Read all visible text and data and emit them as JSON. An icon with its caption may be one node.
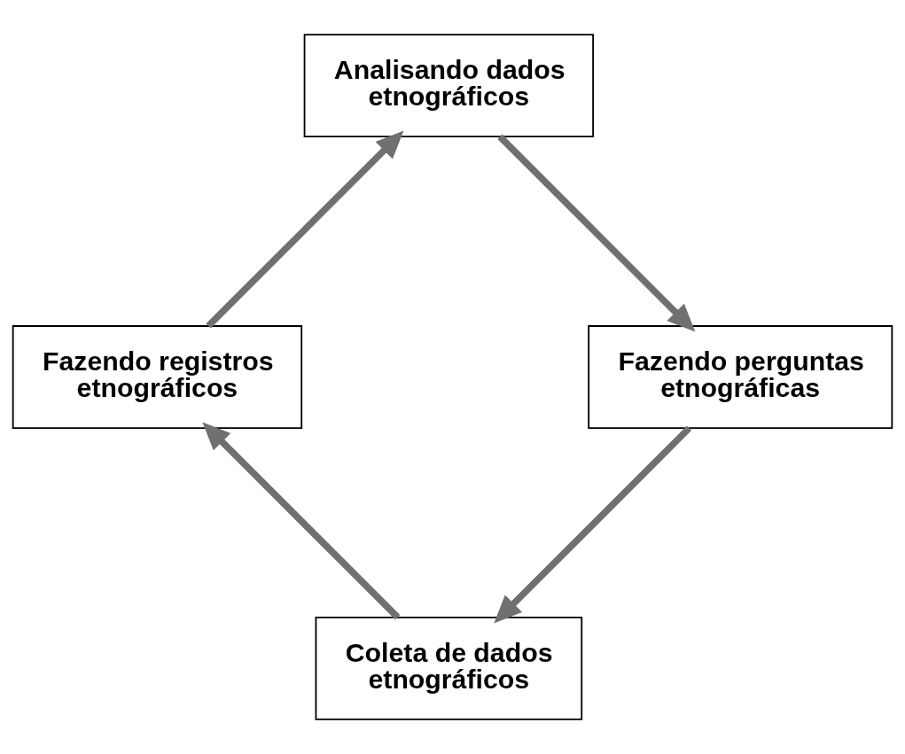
{
  "diagram": {
    "nodes": [
      {
        "text": [
          "Coleta de dados etnográficos"
        ]
      },
      {
        "text": [
          "Fazendo registros etnográficos"
        ]
      },
      {
        "text": [
          "Analisando dados etnográficos"
        ]
      },
      {
        "text": [
          "Fazendo perguntas etnográficas"
        ]
      }
    ],
    "edges": [
      {
        "from": 0,
        "to": 1,
        "arrow": "to"
      },
      {
        "from": 1,
        "to": 2,
        "arrow": "to"
      },
      {
        "from": 2,
        "to": 3,
        "arrow": "to"
      },
      {
        "from": 3,
        "to": 0,
        "arrow": "to"
      }
    ]
  }
}
